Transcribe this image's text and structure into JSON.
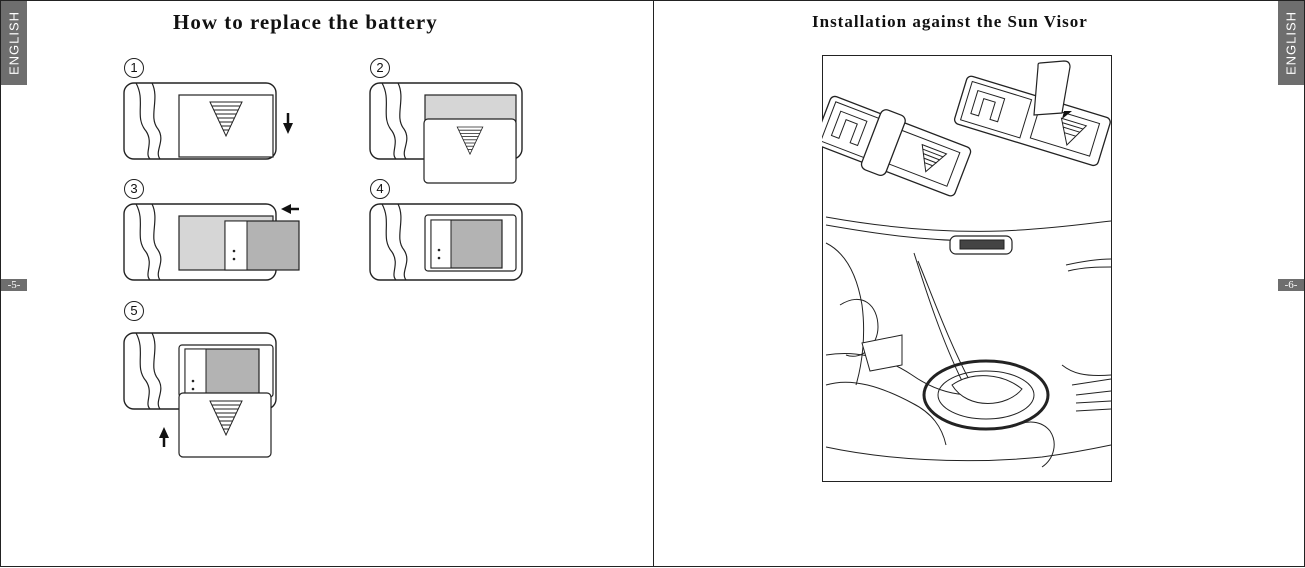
{
  "left_page": {
    "side_label": "ENGLISH",
    "page_number": "-5-",
    "title": "How to replace the battery",
    "steps": [
      {
        "number": "1"
      },
      {
        "number": "2"
      },
      {
        "number": "3"
      },
      {
        "number": "4"
      },
      {
        "number": "5"
      }
    ]
  },
  "right_page": {
    "side_label": "ENGLISH",
    "page_number": "-6-",
    "title": "Installation against the Sun Visor"
  },
  "colors": {
    "tab_gray": "#6e6e6e",
    "battery_gray": "#b3b3b3",
    "light_gray": "#d6d6d6"
  }
}
